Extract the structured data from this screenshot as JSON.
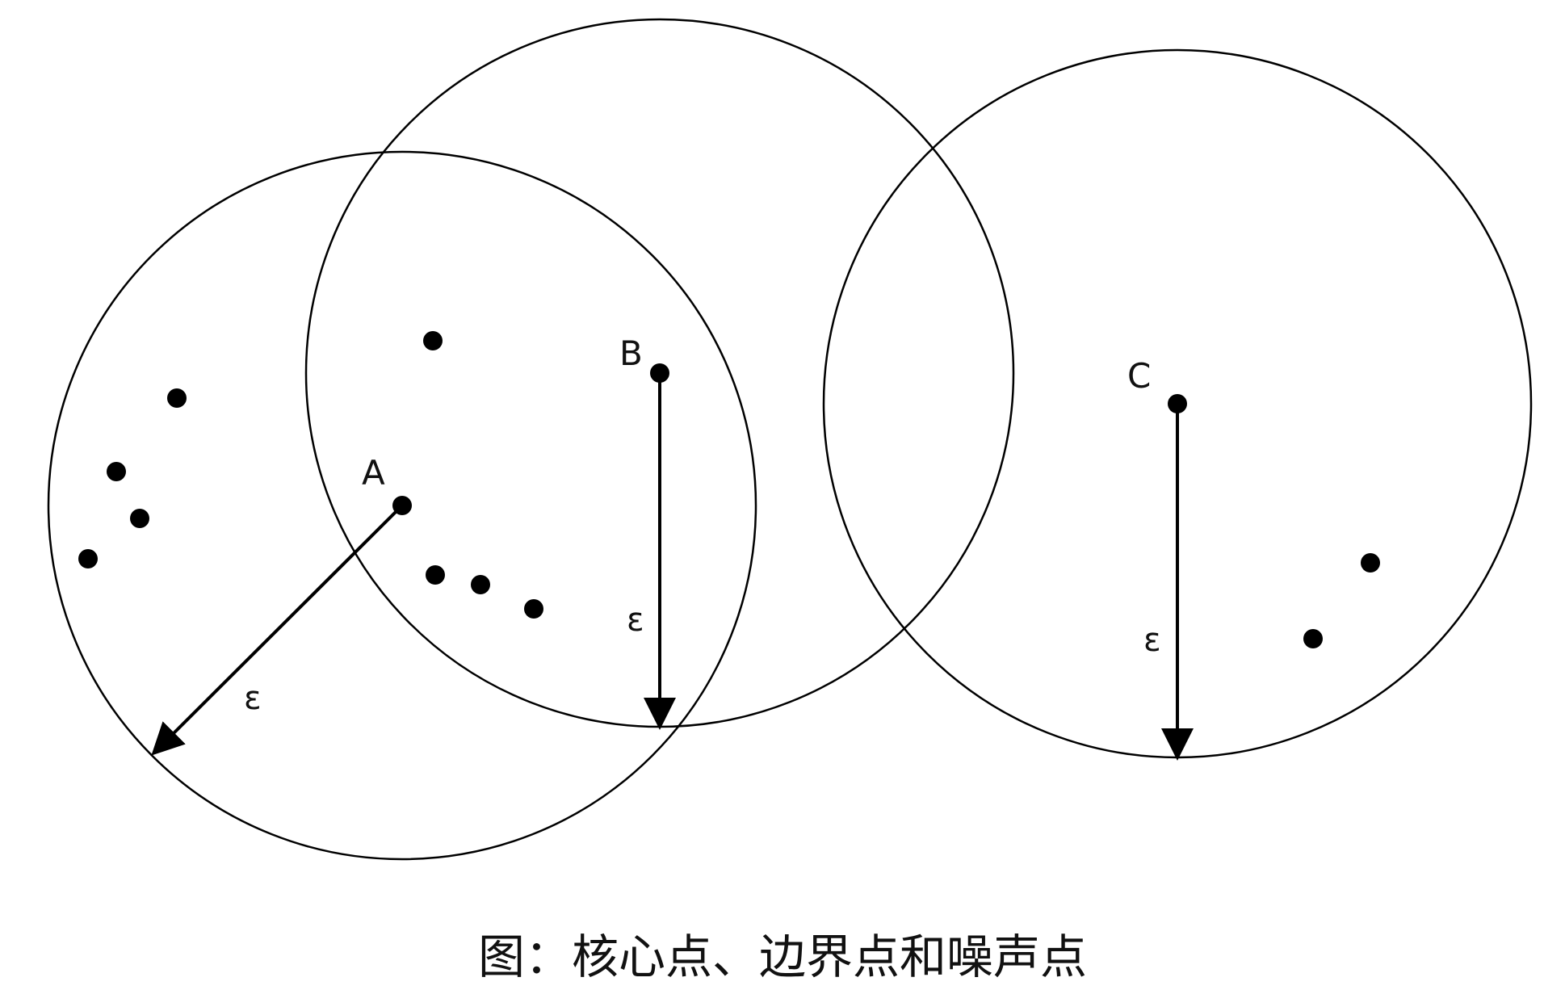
{
  "labels": {
    "point_a": "A",
    "point_b": "B",
    "point_c": "C",
    "epsilon_a": "ε",
    "epsilon_b": "ε",
    "epsilon_c": "ε"
  },
  "caption": "图：核心点、边界点和噪声点",
  "colors": {
    "stroke": "#000000",
    "background": "#ffffff"
  }
}
